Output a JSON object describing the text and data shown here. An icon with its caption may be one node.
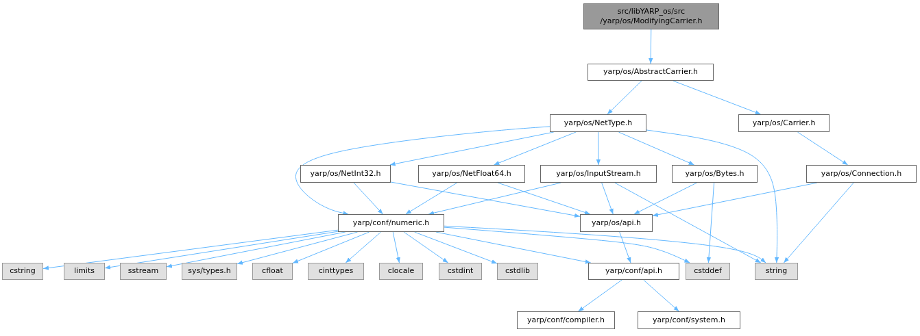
{
  "diagram": {
    "nodes": [
      {
        "text": [
          "src/libYARP_os/src /yarp/os/ModifyingCarrier.h"
        ]
      },
      {
        "text": [
          "yarp/os/AbstractCarrier.h"
        ]
      },
      {
        "text": [
          "yarp/os/NetType.h"
        ]
      },
      {
        "text": [
          "yarp/os/Carrier.h"
        ]
      },
      {
        "text": [
          "yarp/os/NetInt32.h"
        ]
      },
      {
        "text": [
          "yarp/os/NetFloat64.h"
        ]
      },
      {
        "text": [
          "yarp/os/InputStream.h"
        ]
      },
      {
        "text": [
          "yarp/os/Bytes.h"
        ]
      },
      {
        "text": [
          "yarp/os/Connection.h"
        ]
      },
      {
        "text": [
          "yarp/conf/numeric.h"
        ]
      },
      {
        "text": [
          "yarp/os/api.h"
        ]
      },
      {
        "text": [
          "cstring"
        ]
      },
      {
        "text": [
          "limits"
        ]
      },
      {
        "text": [
          "sstream"
        ]
      },
      {
        "text": [
          "sys/types.h"
        ]
      },
      {
        "text": [
          "cfloat"
        ]
      },
      {
        "text": [
          "cinttypes"
        ]
      },
      {
        "text": [
          "clocale"
        ]
      },
      {
        "text": [
          "cstdint"
        ]
      },
      {
        "text": [
          "cstdlib"
        ]
      },
      {
        "text": [
          "yarp/conf/api.h"
        ]
      },
      {
        "text": [
          "cstddef"
        ]
      },
      {
        "text": [
          "string"
        ]
      },
      {
        "text": [
          "yarp/conf/compiler.h"
        ]
      },
      {
        "text": [
          "yarp/conf/system.h"
        ]
      }
    ],
    "edges": [
      {
        "from": 0,
        "to": 1,
        "arrow": "to"
      },
      {
        "from": 1,
        "to": 2,
        "arrow": "to"
      },
      {
        "from": 1,
        "to": 3,
        "arrow": "to"
      },
      {
        "from": 2,
        "to": 4,
        "arrow": "to"
      },
      {
        "from": 2,
        "to": 5,
        "arrow": "to"
      },
      {
        "from": 2,
        "to": 6,
        "arrow": "to"
      },
      {
        "from": 2,
        "to": 7,
        "arrow": "to"
      },
      {
        "from": 2,
        "to": 9,
        "arrow": "to"
      },
      {
        "from": 2,
        "to": 22,
        "arrow": "to"
      },
      {
        "from": 3,
        "to": 8,
        "arrow": "to"
      },
      {
        "from": 4,
        "to": 9,
        "arrow": "to"
      },
      {
        "from": 4,
        "to": 10,
        "arrow": "to"
      },
      {
        "from": 5,
        "to": 9,
        "arrow": "to"
      },
      {
        "from": 5,
        "to": 10,
        "arrow": "to"
      },
      {
        "from": 6,
        "to": 9,
        "arrow": "to"
      },
      {
        "from": 6,
        "to": 10,
        "arrow": "to"
      },
      {
        "from": 6,
        "to": 22,
        "arrow": "to"
      },
      {
        "from": 7,
        "to": 10,
        "arrow": "to"
      },
      {
        "from": 7,
        "to": 21,
        "arrow": "to"
      },
      {
        "from": 8,
        "to": 10,
        "arrow": "to"
      },
      {
        "from": 8,
        "to": 22,
        "arrow": "to"
      },
      {
        "from": 9,
        "to": 11,
        "arrow": "to"
      },
      {
        "from": 9,
        "to": 12,
        "arrow": "to"
      },
      {
        "from": 9,
        "to": 13,
        "arrow": "to"
      },
      {
        "from": 9,
        "to": 14,
        "arrow": "to"
      },
      {
        "from": 9,
        "to": 15,
        "arrow": "to"
      },
      {
        "from": 9,
        "to": 16,
        "arrow": "to"
      },
      {
        "from": 9,
        "to": 17,
        "arrow": "to"
      },
      {
        "from": 9,
        "to": 18,
        "arrow": "to"
      },
      {
        "from": 9,
        "to": 19,
        "arrow": "to"
      },
      {
        "from": 9,
        "to": 20,
        "arrow": "to"
      },
      {
        "from": 9,
        "to": 21,
        "arrow": "to"
      },
      {
        "from": 9,
        "to": 22,
        "arrow": "to"
      },
      {
        "from": 10,
        "to": 20,
        "arrow": "to"
      },
      {
        "from": 20,
        "to": 23,
        "arrow": "to"
      },
      {
        "from": 20,
        "to": 24,
        "arrow": "to"
      }
    ]
  }
}
